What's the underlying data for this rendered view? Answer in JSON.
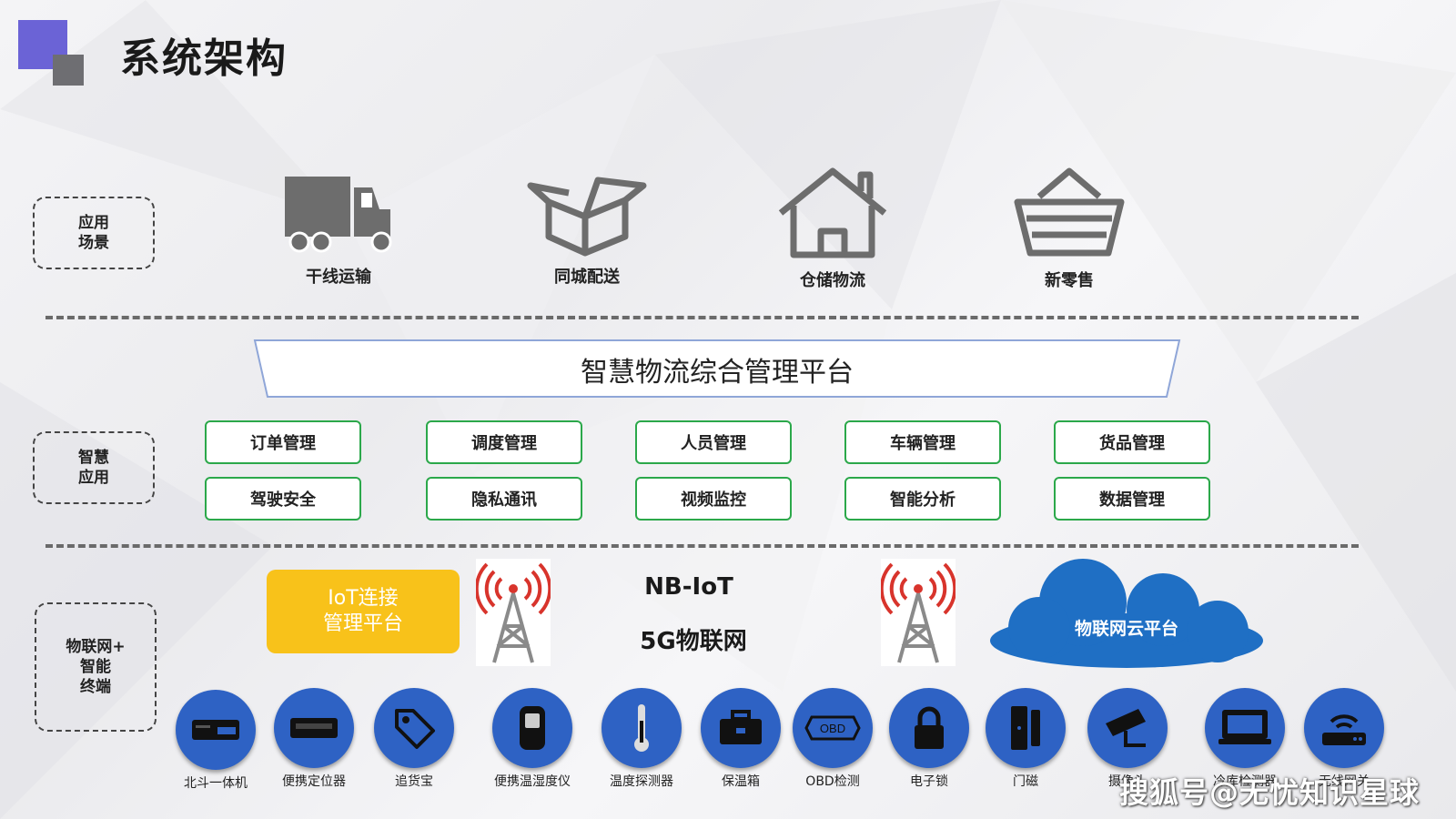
{
  "title": "系统架构",
  "lanes": [
    {
      "label": "应用\n场景"
    },
    {
      "label": "智慧\n应用"
    },
    {
      "label": "物联网+\n智能\n终端"
    }
  ],
  "scenarios": [
    {
      "label": "干线运输",
      "icon": "truck-icon"
    },
    {
      "label": "同城配送",
      "icon": "box-icon"
    },
    {
      "label": "仓储物流",
      "icon": "house-icon"
    },
    {
      "label": "新零售",
      "icon": "basket-icon"
    }
  ],
  "platform": {
    "title": "智慧物流综合管理平台"
  },
  "modules_row1": [
    "订单管理",
    "调度管理",
    "人员管理",
    "车辆管理",
    "货品管理"
  ],
  "modules_row2": [
    "驾驶安全",
    "隐私通讯",
    "视频监控",
    "智能分析",
    "数据管理"
  ],
  "iot_platform": {
    "line1": "IoT连接",
    "line2": "管理平台"
  },
  "network": {
    "line1": "NB-IoT",
    "line2": "5G物联网"
  },
  "cloud": {
    "label": "物联网云平台"
  },
  "terminals": [
    {
      "label": "北斗一体机",
      "icon": "gps-device-icon"
    },
    {
      "label": "便携定位器",
      "icon": "locator-icon"
    },
    {
      "label": "追货宝",
      "icon": "tag-icon"
    },
    {
      "label": "便携温湿度仪",
      "icon": "hygrometer-icon"
    },
    {
      "label": "温度探测器",
      "icon": "thermometer-icon"
    },
    {
      "label": "保温箱",
      "icon": "toolbox-icon"
    },
    {
      "label": "OBD检测",
      "icon": "obd-icon"
    },
    {
      "label": "电子锁",
      "icon": "lock-icon"
    },
    {
      "label": "门磁",
      "icon": "door-sensor-icon"
    },
    {
      "label": "摄像头",
      "icon": "camera-icon"
    },
    {
      "label": "冷库检测器",
      "icon": "cold-monitor-icon"
    },
    {
      "label": "无线网关",
      "icon": "router-icon"
    }
  ],
  "watermark": "搜狐号@无忧知识星球",
  "colors": {
    "accent_purple": "#6b63d6",
    "module_border": "#2ba84a",
    "iot_yellow": "#f8c21a",
    "terminal_blue": "#2e62c4",
    "cloud_blue": "#1f6fc4"
  }
}
